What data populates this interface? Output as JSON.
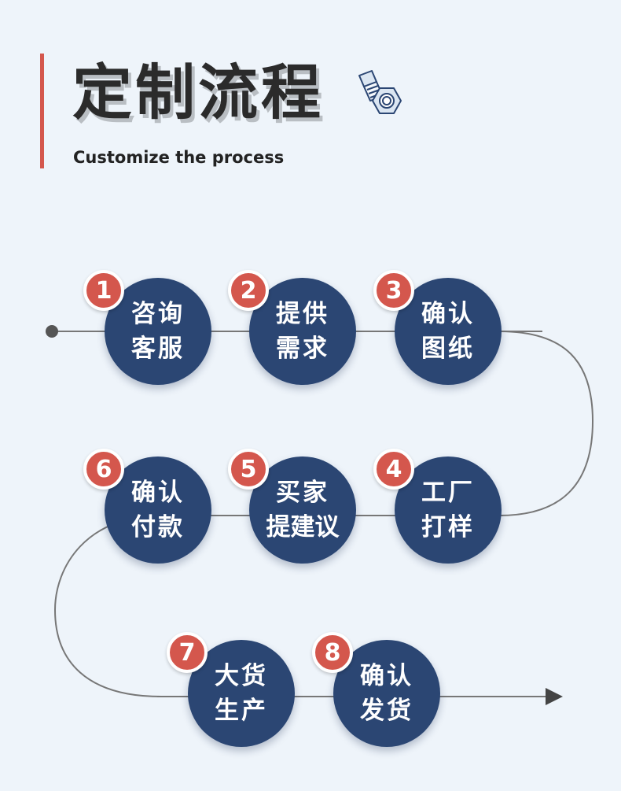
{
  "header": {
    "title": "定制流程",
    "subtitle": "Customize the process",
    "icon": "bolt-nut-icon"
  },
  "colors": {
    "accent": "#d4574d",
    "circle": "#2b4673",
    "background": "#eef4fa",
    "line": "#777777"
  },
  "steps": [
    {
      "number": "1",
      "line1": "咨询",
      "line2": "客服"
    },
    {
      "number": "2",
      "line1": "提供",
      "line2": "需求"
    },
    {
      "number": "3",
      "line1": "确认",
      "line2": "图纸"
    },
    {
      "number": "4",
      "line1": "工厂",
      "line2": "打样"
    },
    {
      "number": "5",
      "line1": "买家",
      "line2": "提建议"
    },
    {
      "number": "6",
      "line1": "确认",
      "line2": "付款"
    },
    {
      "number": "7",
      "line1": "大货",
      "line2": "生产"
    },
    {
      "number": "8",
      "line1": "确认",
      "line2": "发货"
    }
  ]
}
